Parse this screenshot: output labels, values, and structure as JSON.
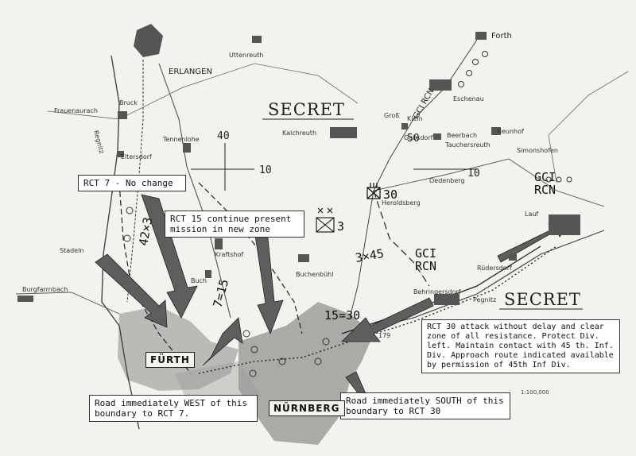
{
  "classification": {
    "top": "SECRET",
    "bottom": "SECRET"
  },
  "places": {
    "erlangen": "ERLANGEN",
    "uttenreuth": "Uttenreuth",
    "forth": "Forth",
    "eschenau": "Eschenau",
    "frauenaurach": "Frauenaurach",
    "bruck": "Bruck",
    "tennenlohe": "Tennenlohe",
    "eltersdorf": "Eltersdorf",
    "kalchreuth": "Kalchreuth",
    "neunhof": "Neunhof",
    "beerbach": "Beerbach",
    "simonshofen": "Simonshofen",
    "heroldsberg": "Heroldsberg",
    "lauf": "Lauf",
    "stadeln": "Stadeln",
    "burgfarrnbach": "Burgfarrnbach",
    "kraftshof": "Kraftshof",
    "buch": "Buch",
    "buchenbuhl": "Buchenbühl",
    "behringersdorf": "Behringersdorf",
    "rudersdorf": "Rüdersdorf",
    "gross": "Groß",
    "klein": "Klein",
    "gabsdorf": "Gabsdorf",
    "oedenberg": "Oedenberg",
    "tauchersreuth": "Tauchersreuth",
    "regnitz": "Regnitz",
    "pegnitz": "Pegnitz",
    "furth": "FÜRTH",
    "nurnberg": "NÜRNBERG"
  },
  "grid": {
    "v40": "40",
    "h10_left": "10",
    "h10_right": "10",
    "v50": "50"
  },
  "units": {
    "gci_rcn_east_1": "GCI",
    "gci_rcn_east_2": "RCN",
    "gci_rcn_mid_1": "GCI",
    "gci_rcn_mid_2": "RCN",
    "gci_rcn_north": "GCI RCN",
    "hq30": "30",
    "div3": "3",
    "b42x3": "42×3",
    "b3x45": "3×45",
    "b7_15": "7=15",
    "b15_30": "15=30",
    "ref179": "179"
  },
  "notes": {
    "rct7": "RCT 7 - No change",
    "rct15": "RCT 15 continue present mission  in new zone",
    "rct30": "RCT 30 attack without delay and clear zone of all resistance. Protect Div. left. Maintain contact with 45 th. Inf. Div. Approach route indicated available by permission of 45th Inf Div.",
    "road_west": "Road immediately WEST of this boundary to RCT 7.",
    "road_south": "Road immediately SOUTH of this boundary to RCT 30"
  },
  "scale_text": "1:100,000",
  "colors": {
    "town": "#555555",
    "city": "#7a7a7a",
    "ink": "#222222",
    "paper": "#f4f2ec"
  }
}
